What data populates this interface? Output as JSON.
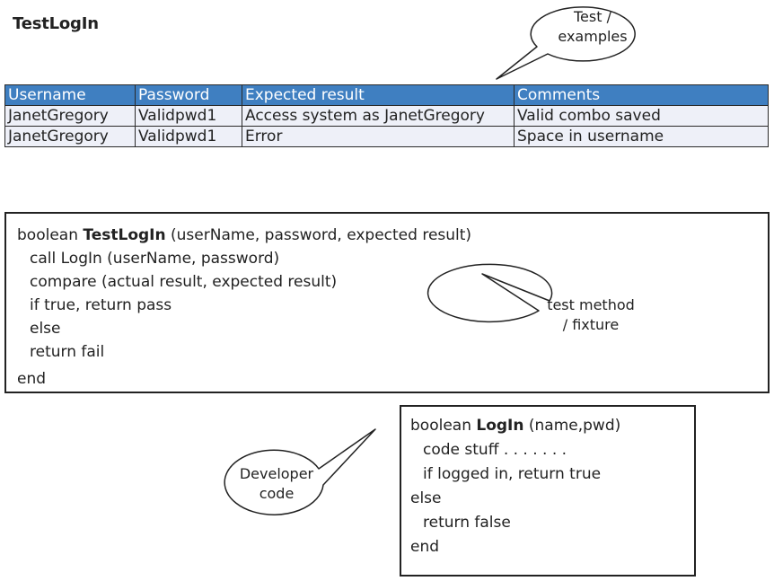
{
  "title": "TestLogIn",
  "table": {
    "headers": [
      "Username",
      "Password",
      "Expected result",
      "Comments"
    ],
    "rows": [
      [
        "JanetGregory",
        "Validpwd1",
        "Access system as JanetGregory",
        "Valid combo saved"
      ],
      [
        "JanetGregory",
        "Validpwd1",
        "Error",
        "Space in username"
      ]
    ]
  },
  "test_method": {
    "line1_prefix": "boolean ",
    "line1_name": "TestLogIn",
    "line1_suffix": " (userName, password, expected result)",
    "lines": [
      "call LogIn (userName, password)",
      "compare (actual result, expected result)",
      "if true, return pass",
      "else",
      "return fail"
    ],
    "end": "end"
  },
  "developer_code": {
    "line1_prefix": "boolean ",
    "line1_name": "LogIn",
    "line1_suffix": " (name,pwd)",
    "line2": "code stuff . . . . . . .",
    "line3": "if logged in, return true",
    "line4": "else",
    "line5": "return false",
    "end": "end"
  },
  "callouts": {
    "test_examples": [
      "Test /",
      "examples"
    ],
    "test_method": [
      "test method",
      "/ fixture"
    ],
    "developer": [
      "Developer",
      "code"
    ]
  },
  "colors": {
    "header_bg": "#3f7fc1",
    "cell_bg": "#eef0f8",
    "border": "#222222"
  }
}
